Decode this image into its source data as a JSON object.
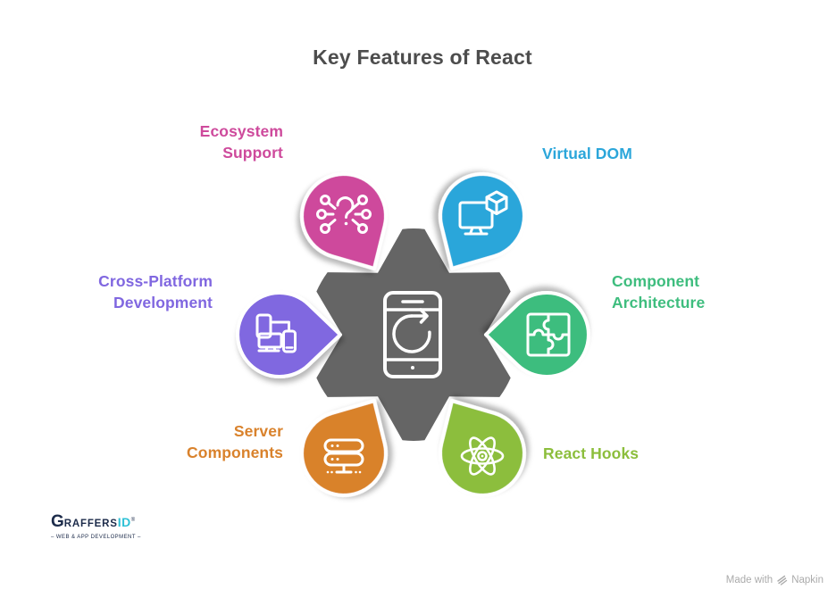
{
  "title": "Key Features of React",
  "center": {
    "name": "react-core",
    "icon": "mobile-refresh-icon",
    "color": "#656565"
  },
  "features": [
    {
      "id": "ecosystem-support",
      "label": "Ecosystem Support",
      "label_lines": [
        "Ecosystem",
        "Support"
      ],
      "color": "#ce4a9c",
      "icon": "network-question-icon"
    },
    {
      "id": "virtual-dom",
      "label": "Virtual DOM",
      "label_lines": [
        "Virtual DOM"
      ],
      "color": "#2ba6da",
      "icon": "monitor-cube-icon"
    },
    {
      "id": "component-architecture",
      "label": "Component Architecture",
      "label_lines": [
        "Component",
        "Architecture"
      ],
      "color": "#3ebd7e",
      "icon": "puzzle-icon"
    },
    {
      "id": "react-hooks",
      "label": "React Hooks",
      "label_lines": [
        "React Hooks"
      ],
      "color": "#8cbe3c",
      "icon": "react-atom-icon"
    },
    {
      "id": "server-components",
      "label": "Server Components",
      "label_lines": [
        "Server",
        "Components"
      ],
      "color": "#d9822c",
      "icon": "server-icon"
    },
    {
      "id": "cross-platform",
      "label": "Cross-Platform Development",
      "label_lines": [
        "Cross-Platform",
        "Development"
      ],
      "color": "#8067e0",
      "icon": "devices-icon"
    }
  ],
  "footer": {
    "logo_g": "G",
    "logo_rest": "RAFFERS",
    "logo_accent": "ID",
    "logo_reg": "®",
    "logo_tagline": "– WEB & APP DEVELOPMENT –",
    "logo_color": "#1c2b4a",
    "logo_accent_color": "#2ec1d6",
    "credit_prefix": "Made with",
    "credit_brand": "Napkin",
    "credit_color": "#ababab"
  }
}
